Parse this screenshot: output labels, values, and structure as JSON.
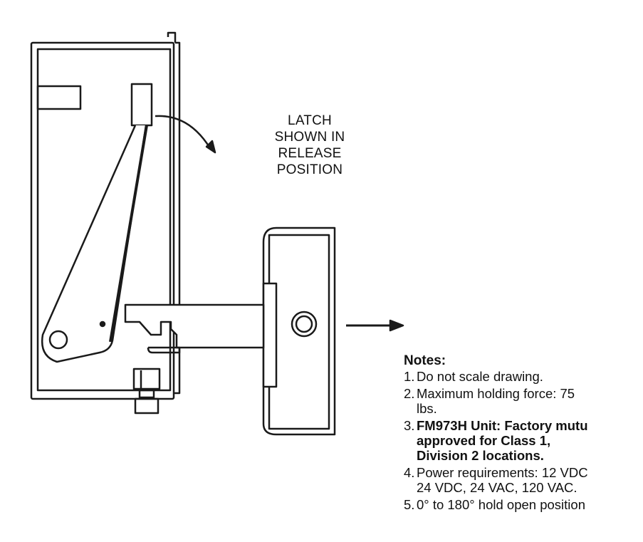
{
  "latch_label": [
    "LATCH",
    "SHOWN IN",
    "RELEASE",
    "POSITION"
  ],
  "notes": {
    "title": "Notes:",
    "items": [
      {
        "num": "1.",
        "lines": [
          "Do not scale drawing."
        ],
        "bold": false
      },
      {
        "num": "2.",
        "lines": [
          "Maximum holding force: 75",
          "lbs."
        ],
        "bold": false
      },
      {
        "num": "3.",
        "lines": [
          "FM973H Unit: Factory mutu",
          "approved for Class 1,",
          "Division 2 locations."
        ],
        "bold": true
      },
      {
        "num": "4.",
        "lines": [
          "Power requirements: 12 VDC",
          "24 VDC, 24 VAC, 120 VAC."
        ],
        "bold": false
      },
      {
        "num": "5.",
        "lines": [
          "0° to 180° hold open position"
        ],
        "bold": false
      }
    ]
  },
  "colors": {
    "line": "#1a1a1a",
    "background": "#ffffff"
  }
}
